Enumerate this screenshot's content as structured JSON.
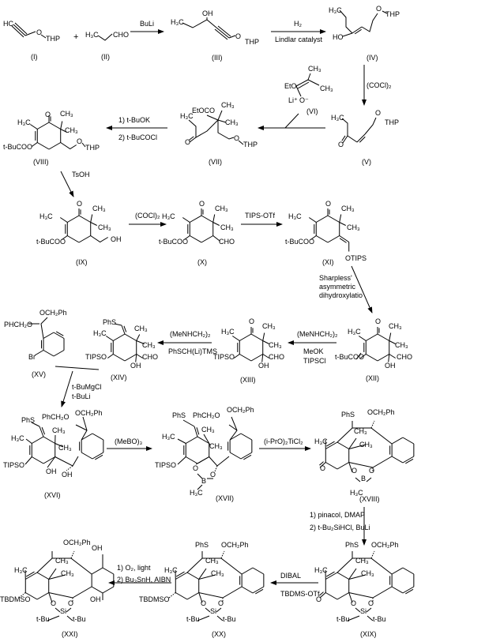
{
  "plus": "+",
  "compounds": {
    "I": {
      "label": "(I)",
      "atoms": [
        "HC",
        "O",
        "THP"
      ]
    },
    "II": {
      "label": "(II)",
      "atoms": [
        "H₃C",
        "CHO"
      ]
    },
    "III": {
      "label": "(III)",
      "atoms": [
        "OH",
        "H₃C",
        "O",
        "THP"
      ]
    },
    "IV": {
      "label": "(IV)",
      "atoms": [
        "H₃C",
        "O",
        "THP",
        "HO"
      ]
    },
    "V": {
      "label": "(V)",
      "atoms": [
        "H₃C",
        "O",
        "THP",
        "O"
      ]
    },
    "VI": {
      "label": "(VI)",
      "atoms": [
        "EtO",
        "CH₃",
        "CH₃",
        "Li⁺",
        "O⁻"
      ]
    },
    "VII": {
      "label": "(VII)",
      "atoms": [
        "EtOCO",
        "CH₃",
        "H₃C",
        "CH₃",
        "O",
        "O",
        "THP"
      ]
    },
    "VIII": {
      "label": "(VIII)",
      "atoms": [
        "O",
        "H₃C",
        "CH₃",
        "CH₃",
        "t-BuCOO",
        "O",
        "THP"
      ]
    },
    "IX": {
      "label": "(IX)",
      "atoms": [
        "O",
        "H₃C",
        "CH₃",
        "CH₃",
        "t-BuCOO",
        "OH"
      ]
    },
    "X": {
      "label": "(X)",
      "atoms": [
        "O",
        "H₃C",
        "CH₃",
        "CH₃",
        "t-BuCOO",
        "CHO"
      ]
    },
    "XI": {
      "label": "(XI)",
      "atoms": [
        "O",
        "H₃C",
        "CH₃",
        "CH₃",
        "t-BuCOO",
        "OTIPS"
      ]
    },
    "XII": {
      "label": "(XII)",
      "atoms": [
        "O",
        "H₃C",
        "CH₃",
        "CH₃",
        "t-BuCOO",
        "OH",
        "CHO"
      ]
    },
    "XIII": {
      "label": "(XIII)",
      "atoms": [
        "O",
        "H₃C",
        "CH₃",
        "CH₃",
        "TIPSO",
        "OH",
        "CHO"
      ]
    },
    "XIV": {
      "label": "(XIV)",
      "atoms": [
        "PhS",
        "H₃C",
        "CH₃",
        "CH₃",
        "TIPSO",
        "OH",
        "CHO"
      ]
    },
    "XV": {
      "label": "(XV)",
      "atoms": [
        "OCH₂Ph",
        "PHCH₂O",
        "Br"
      ]
    },
    "XVI": {
      "label": "(XVI)",
      "atoms": [
        "PhS",
        "PhCH₂O",
        "OCH₂Ph",
        "CH₃",
        "H₃C",
        "CH₃",
        "TIPSO",
        "OH",
        "OH"
      ]
    },
    "XVII": {
      "label": "(XVII)",
      "atoms": [
        "PhS",
        "PhCH₂O",
        "OCH₂Ph",
        "H₃C",
        "CH₃",
        "CH₃",
        "TIPSO",
        "O",
        "O",
        "B",
        "H₃C"
      ]
    },
    "XVIII": {
      "label": "(XVIII)",
      "atoms": [
        "PhS",
        "OCH₂Ph",
        "CH₃",
        "H₃C",
        "CH₃",
        "O",
        "O",
        "O",
        "B",
        "H₃C"
      ]
    },
    "XIX": {
      "label": "(XIX)",
      "atoms": [
        "PhS",
        "OCH₂Ph",
        "CH₃",
        "H₃C",
        "CH₃",
        "O",
        "O",
        "O",
        "Si",
        "t-Bu",
        "t-Bu"
      ]
    },
    "XX": {
      "label": "(XX)",
      "atoms": [
        "PhS",
        "OCH₂Ph",
        "CH₃",
        "H₃C",
        "CH₃",
        "TBDMSO",
        "O",
        "O",
        "Si",
        "t-Bu",
        "t-Bu"
      ]
    },
    "XXI": {
      "label": "(XXI)",
      "atoms": [
        "OCH₂Ph",
        "OH",
        "CH₃",
        "H₃C",
        "CH₃",
        "TBDMSO",
        "OH",
        "O",
        "O",
        "Si",
        "t-Bu",
        "t-Bu"
      ]
    }
  },
  "reagents": {
    "buli": "BuLi",
    "h2": "H₂",
    "lindlar": "Lindlar catalyst",
    "cocl2_a": "(COCl)₂",
    "tbuok": "1) t-BuOK",
    "tbucocl": "2) t-BuCOCl",
    "tsoh": "TsOH",
    "cocl2_b": "(COCl)₂",
    "tipsotf": "TIPS-OTf",
    "sharpless": [
      "Sharpless'",
      "asymmetric",
      "dihydroxylatio"
    ],
    "menh_a": "(MeNHCH₂)₂",
    "meok": "MeOK",
    "tipscl": "TIPSCl",
    "menh_b": "(MeNHCH₂)₂",
    "phsch": "PhSCH(Li)TMS",
    "tbumgcl": "t-BuMgCl",
    "tbuli": "t-BuLi",
    "mebo": "(MeBO)₃",
    "tipr": "(i-PrO)₂TiCl₂",
    "pinacol": "1) pinacol, DMAP",
    "tbu2si": "2) t-Bu₂SiHCl, BuLi",
    "dibal": "DIBAL",
    "tbdmsotf": "TBDMS-OTf",
    "o2": "1) O₂, light",
    "bu3sn": "2) Bu₃SnH, AIBN"
  }
}
